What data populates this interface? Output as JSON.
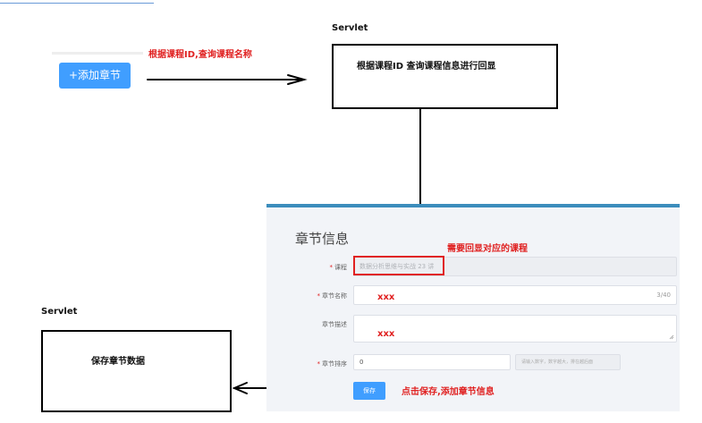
{
  "top": {
    "servlet_label": "Servlet",
    "add_button": "+添加章节",
    "annotation": "根据课程ID,查询课程名称",
    "box_text": "根据课程ID 查询课程信息进行回显"
  },
  "form": {
    "title": "章节信息",
    "course_label": "课程",
    "course_value": "数据分析思维与实战 23 讲",
    "name_label": "章节名称",
    "name_value": "xxx",
    "name_count": "3/40",
    "desc_label": "章节描述",
    "desc_value": "xxx",
    "order_label": "章节排序",
    "order_value": "0",
    "order_hint": "请输入数字，数字越大，排在越后面",
    "save_button": "保存",
    "echo_annotation": "需要回显对应的课程",
    "save_annotation": "点击保存,添加章节信息"
  },
  "bottom": {
    "servlet_label": "Servlet",
    "box_text": "保存章节数据"
  },
  "colors": {
    "annotation_red": "#e02020",
    "button_blue": "#409eff",
    "panel_accent": "#3c8dbc"
  }
}
